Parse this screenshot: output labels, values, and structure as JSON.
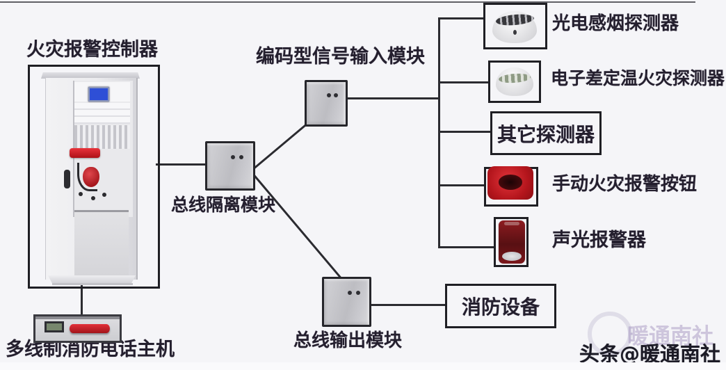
{
  "diagram": {
    "controller": {
      "label": "火灾报警控制器"
    },
    "phone_host": {
      "label": "多线制消防电话主机"
    },
    "modules": {
      "isolation": {
        "label": "总线隔离模块"
      },
      "input": {
        "label": "编码型信号输入模块"
      },
      "output": {
        "label": "总线输出模块"
      }
    },
    "devices": {
      "smoke_detector": {
        "label": "光电感烟探测器"
      },
      "heat_detector": {
        "label": "电子差定温火灾探测器"
      },
      "other_detector": {
        "label": "其它探测器"
      },
      "manual_call_point": {
        "label": "手动火灾报警按钮"
      },
      "sound_light_alarm": {
        "label": "声光报警器"
      },
      "fire_equipment": {
        "label": "消防设备"
      }
    }
  },
  "watermark": {
    "main": "头条@暖通南社",
    "ghost": "暖通南社"
  },
  "colors": {
    "background": "#f5f5f8",
    "line": "#2b2b30",
    "box_border": "#1f1f24",
    "module_fill": "#c3c3c7",
    "alarm_red": "#c41e24",
    "strobe_dark_red": "#6b1215",
    "screen_blue": "#2e4fd6",
    "label_text": "#241f2e",
    "watermark_ghost": "#9682b4"
  }
}
